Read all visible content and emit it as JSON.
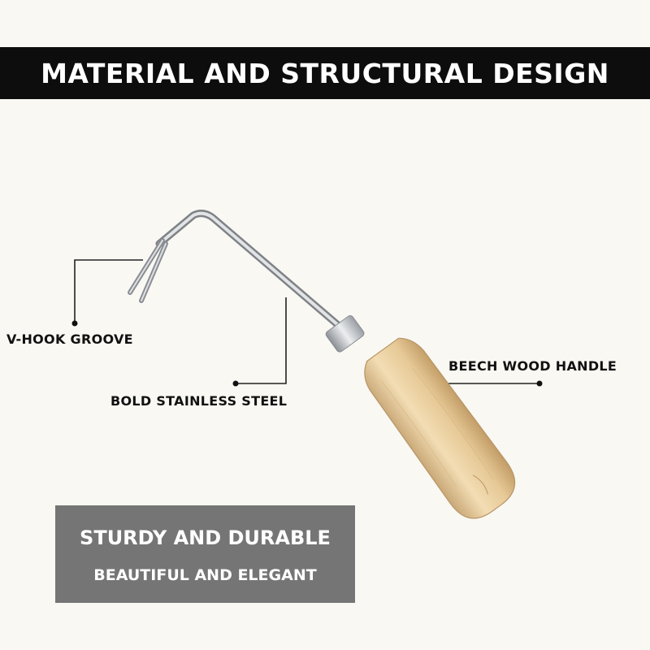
{
  "header": {
    "title": "MATERIAL AND STRUCTURAL DESIGN"
  },
  "callouts": {
    "v_hook": "V-HOOK GROOVE",
    "steel": "BOLD STAINLESS STEEL",
    "handle": "BEECH WOOD HANDLE"
  },
  "feature_box": {
    "line1": "STURDY AND DURABLE",
    "line2": "BEAUTIFUL AND ELEGANT"
  },
  "colors": {
    "background": "#f9f8f3",
    "header_band": "#0d0d0d",
    "feature_box": "#757575",
    "wood": "#e3c89a",
    "steel": "#b9bcc0"
  }
}
